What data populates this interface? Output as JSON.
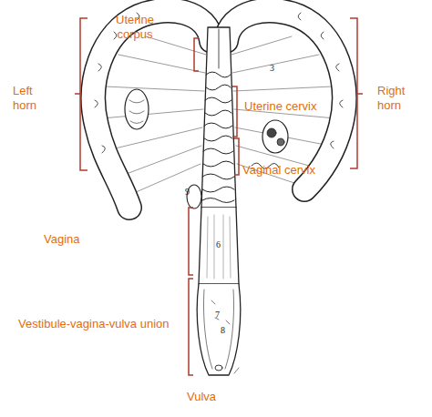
{
  "diagram": {
    "labels": [
      "Uterine corpus",
      "3",
      "Left horn",
      "Right horn",
      "Uterine cervix",
      "Vaginal cervix",
      "9",
      "Vagina",
      "6",
      "Vestibule-vagina-vulva union",
      "7",
      "8",
      "Vulva"
    ]
  }
}
